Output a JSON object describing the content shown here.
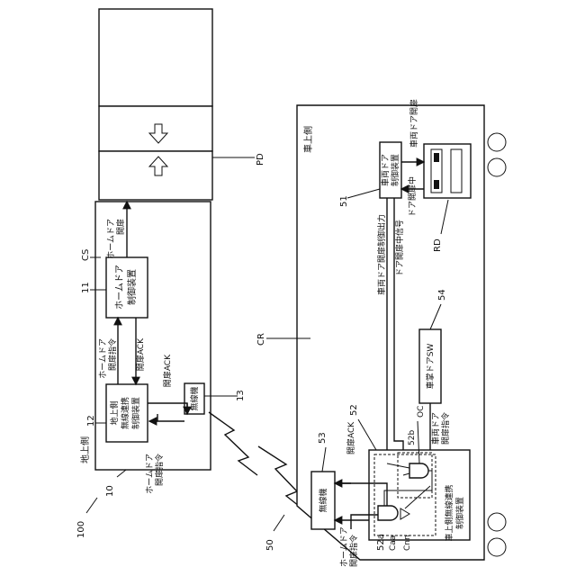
{
  "labels": {
    "sys": "100",
    "ground_num": "10",
    "ground_side": "地上側",
    "vehicle_num": "50",
    "vehicle_side": "車上側",
    "cs": "CS",
    "cr": "CR",
    "pd": "PD",
    "rd": "RD",
    "n11": "11",
    "n12": "12",
    "n13": "13",
    "n51": "51",
    "n52": "52",
    "n52a": "52a",
    "n52b": "52b",
    "n53": "53",
    "n54": "54",
    "caa": "Caa",
    "cnn": "Cnn",
    "oc": "OC"
  },
  "ground": {
    "hd_controller_l1": "ホームドア",
    "hd_controller_l2": "制御装置",
    "link_l1": "地上側",
    "link_l2": "無線連携",
    "link_l3": "制御装置",
    "radio": "無線機",
    "hd_open_l1": "ホームドア",
    "hd_open_l2": "開扉",
    "cmd_open_l1": "ホームドア",
    "cmd_open_l2": "開扉指令",
    "ack1": "開扉ACK",
    "ack2": "開扉ACK",
    "radio_cmd_l1": "ホームドア",
    "radio_cmd_l2": "開扉指令"
  },
  "vehicle": {
    "door_ctrl_l1": "車両ドア",
    "door_ctrl_l2": "制御装置",
    "door_open_l1": "車両ドア開扉",
    "door_opening": "ドア開扉中",
    "out_sig": "車両ドア開扉制御出力",
    "mid_sig": "ドア開扉中信号",
    "sw": "車掌ドアSW",
    "cmd_l1": "車両ドア",
    "cmd_l2": "開扉指令",
    "link_l1": "車上側無線連携",
    "link_l2": "制御装置",
    "radio": "無線機",
    "ack": "開扉ACK",
    "hd_cmd_l1": "ホームドア",
    "hd_cmd_l2": "開扉指令"
  }
}
